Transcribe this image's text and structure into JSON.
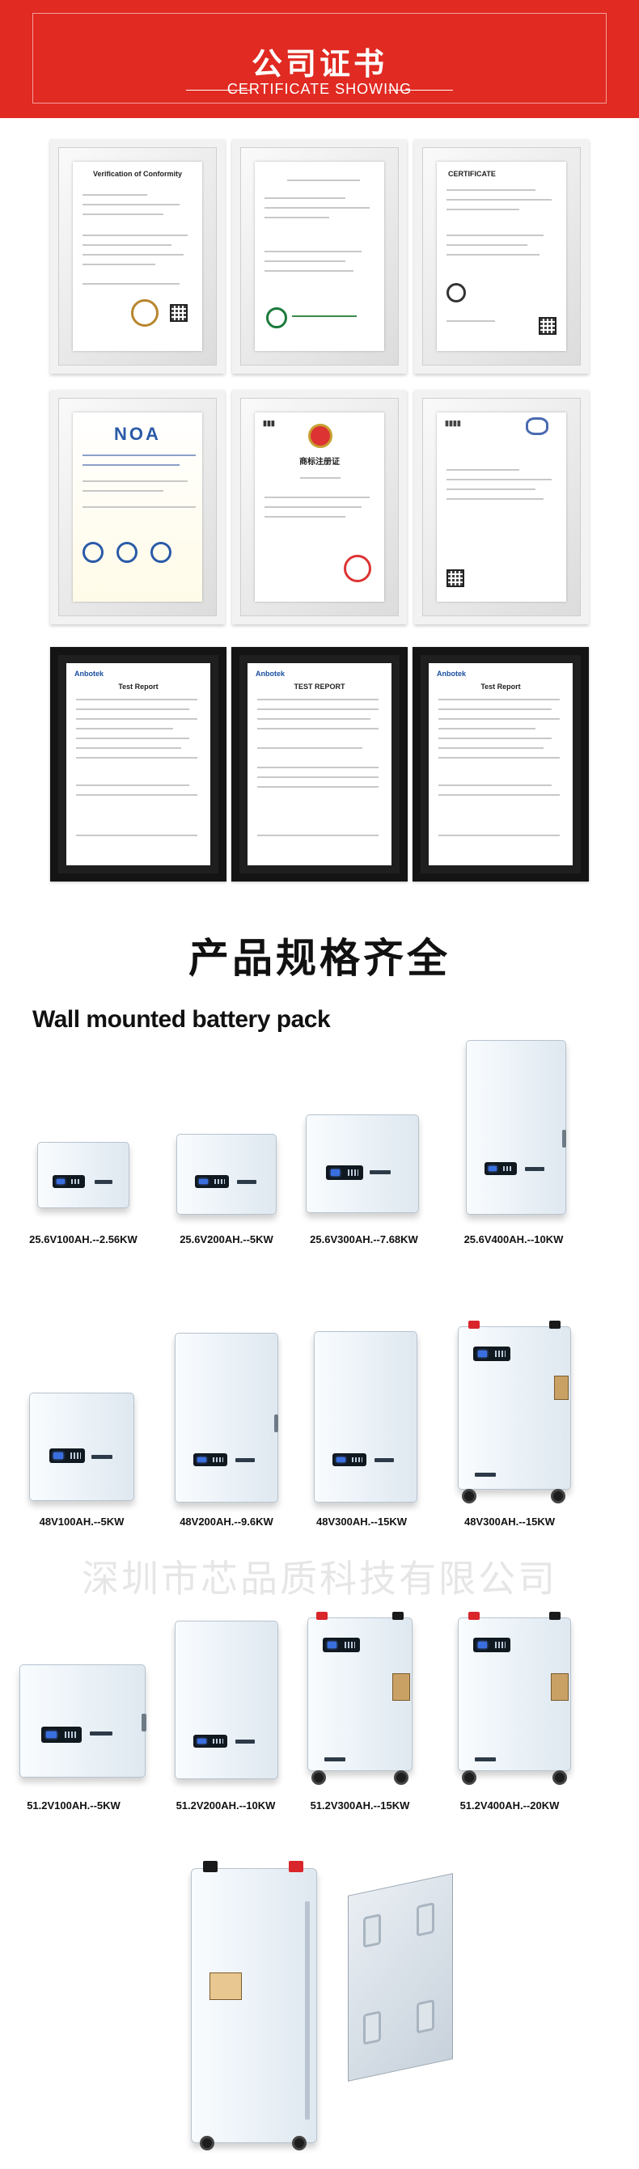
{
  "header": {
    "title": "公司证书",
    "subtitle": "CERTIFICATE SHOWING"
  },
  "certificates": {
    "row1": [
      {
        "title": "Verification of Conformity"
      },
      {
        "title": ""
      },
      {
        "title": "CERTIFICATE"
      }
    ],
    "row2": [
      {
        "title": "NOA"
      },
      {
        "title": "商标注册证"
      },
      {
        "title": ""
      }
    ],
    "row3": [
      {
        "title": "Test Report",
        "brand": "Anbotek"
      },
      {
        "title": "TEST REPORT",
        "brand": "Anbotek"
      },
      {
        "title": "Test Report",
        "brand": "Anbotek"
      }
    ]
  },
  "products": {
    "section_title": "产品规格齐全",
    "subsection_title": "Wall mounted battery pack",
    "watermark": "深圳市芯品质科技有限公司",
    "row1": [
      {
        "label": "25.6V100AH.--2.56KW"
      },
      {
        "label": "25.6V200AH.--5KW"
      },
      {
        "label": "25.6V300AH.--7.68KW"
      },
      {
        "label": "25.6V400AH.--10KW"
      }
    ],
    "row2": [
      {
        "label": "48V100AH.--5KW"
      },
      {
        "label": "48V200AH.--9.6KW"
      },
      {
        "label": "48V300AH.--15KW"
      },
      {
        "label": "48V300AH.--15KW"
      }
    ],
    "row3": [
      {
        "label": "51.2V100AH.--5KW"
      },
      {
        "label": "51.2V200AH.--10KW"
      },
      {
        "label": "51.2V300AH.--15KW"
      },
      {
        "label": "51.2V400AH.--20KW"
      }
    ]
  },
  "colors": {
    "banner_red": "#e02a22",
    "terminal_red": "#d9262b",
    "terminal_black": "#1a1a1a"
  }
}
